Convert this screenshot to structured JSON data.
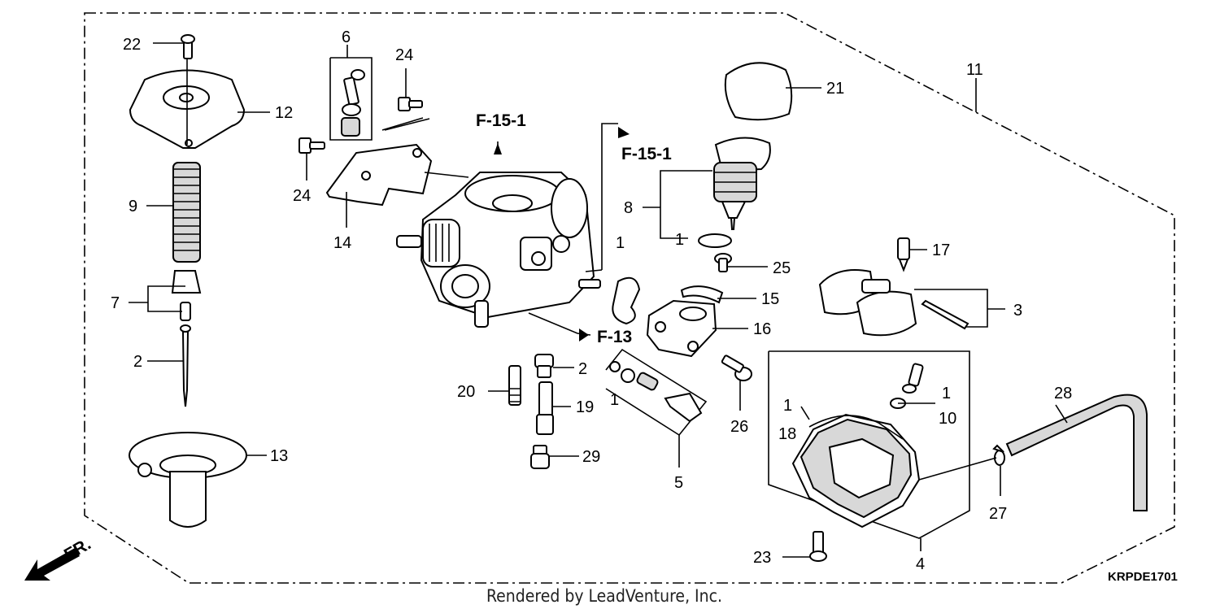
{
  "diagram": {
    "callouts": [
      {
        "id": "c22",
        "text": "22"
      },
      {
        "id": "c12",
        "text": "12"
      },
      {
        "id": "c9",
        "text": "9"
      },
      {
        "id": "c7",
        "text": "7"
      },
      {
        "id": "c2a",
        "text": "2"
      },
      {
        "id": "c13",
        "text": "13"
      },
      {
        "id": "c6",
        "text": "6"
      },
      {
        "id": "c24a",
        "text": "24"
      },
      {
        "id": "c24b",
        "text": "24"
      },
      {
        "id": "c14",
        "text": "14"
      },
      {
        "id": "c21",
        "text": "21"
      },
      {
        "id": "c11",
        "text": "11"
      },
      {
        "id": "c8",
        "text": "8"
      },
      {
        "id": "c1a",
        "text": "1"
      },
      {
        "id": "c1b",
        "text": "1"
      },
      {
        "id": "c25",
        "text": "25"
      },
      {
        "id": "c15",
        "text": "15"
      },
      {
        "id": "c16",
        "text": "16"
      },
      {
        "id": "c17",
        "text": "17"
      },
      {
        "id": "c3",
        "text": "3"
      },
      {
        "id": "c2b",
        "text": "2"
      },
      {
        "id": "c20",
        "text": "20"
      },
      {
        "id": "c19",
        "text": "19"
      },
      {
        "id": "c29",
        "text": "29"
      },
      {
        "id": "c1c",
        "text": "1"
      },
      {
        "id": "c5",
        "text": "5"
      },
      {
        "id": "c26",
        "text": "26"
      },
      {
        "id": "c1d",
        "text": "1"
      },
      {
        "id": "c18",
        "text": "18"
      },
      {
        "id": "c1e",
        "text": "1"
      },
      {
        "id": "c10",
        "text": "10"
      },
      {
        "id": "c28",
        "text": "28"
      },
      {
        "id": "c27",
        "text": "27"
      },
      {
        "id": "c23",
        "text": "23"
      },
      {
        "id": "c4",
        "text": "4"
      }
    ],
    "references": [
      {
        "id": "r1",
        "text": "F-15-1"
      },
      {
        "id": "r2",
        "text": "F-15-1"
      },
      {
        "id": "r3",
        "text": "F-13"
      }
    ],
    "direction_label": "FR.",
    "diagram_code": "KRPDE1701",
    "credit": "Rendered by LeadVenture, Inc."
  }
}
